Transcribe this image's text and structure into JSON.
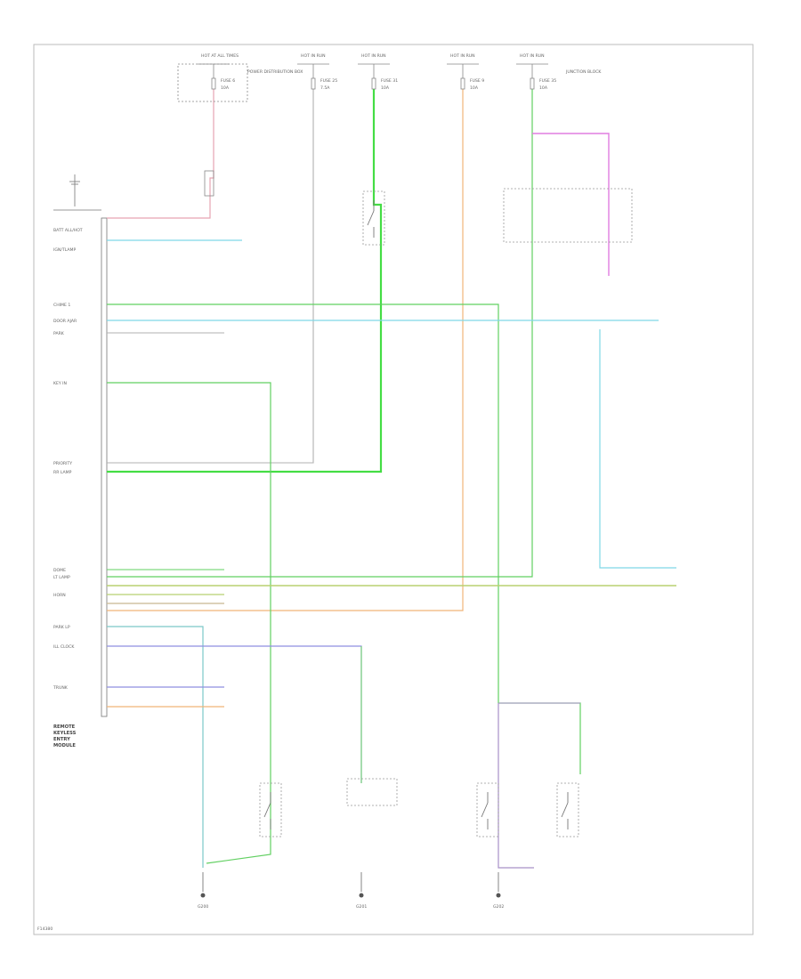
{
  "colors": {
    "black": "#555555",
    "pink": "#e6a3b2",
    "lightblue": "#7fd8e6",
    "green": "#62d062",
    "brightgreen": "#44dd44",
    "orange": "#f0b378",
    "violet": "#a890c8",
    "blue": "#8f8fe0",
    "tan": "#c8b890",
    "magenta": "#e07de0",
    "yelgreen": "#b8d070",
    "teal": "#7cc8c8",
    "gray": "#b0b0b0"
  },
  "fuses": [
    {
      "id": "f1",
      "hot": "HOT AT ALL TIMES",
      "fuse": "FUSE 6",
      "amp": "10A",
      "box": "POWER DISTRIBUTION BOX"
    },
    {
      "id": "f2",
      "hot": "HOT IN RUN",
      "fuse": "FUSE 25",
      "amp": "7.5A",
      "box": ""
    },
    {
      "id": "f3",
      "hot": "HOT IN RUN",
      "fuse": "FUSE 31",
      "amp": "10A",
      "box": ""
    },
    {
      "id": "f4",
      "hot": "HOT IN RUN",
      "fuse": "FUSE 9",
      "amp": "10A",
      "box": ""
    },
    {
      "id": "f5",
      "hot": "HOT IN RUN",
      "fuse": "FUSE 35",
      "amp": "10A",
      "box": "JUNCTION BLOCK"
    }
  ],
  "module_name": "REMOTE KEYLESS ENTRY MODULE",
  "pins_left": [
    "BATT ALL/HOT",
    "IGN/TLAMP",
    "CHIME 1",
    "DOOR AJAR",
    "PARK",
    "KEY IN",
    "PRIORITY",
    "RR LAMP",
    "DOME",
    "LT LAMP",
    "HORN",
    "PARK LP",
    "ILL CLOCK",
    "TRUNK"
  ],
  "grounds": [
    "G200",
    "G201",
    "G202"
  ],
  "footnote": "F14380"
}
